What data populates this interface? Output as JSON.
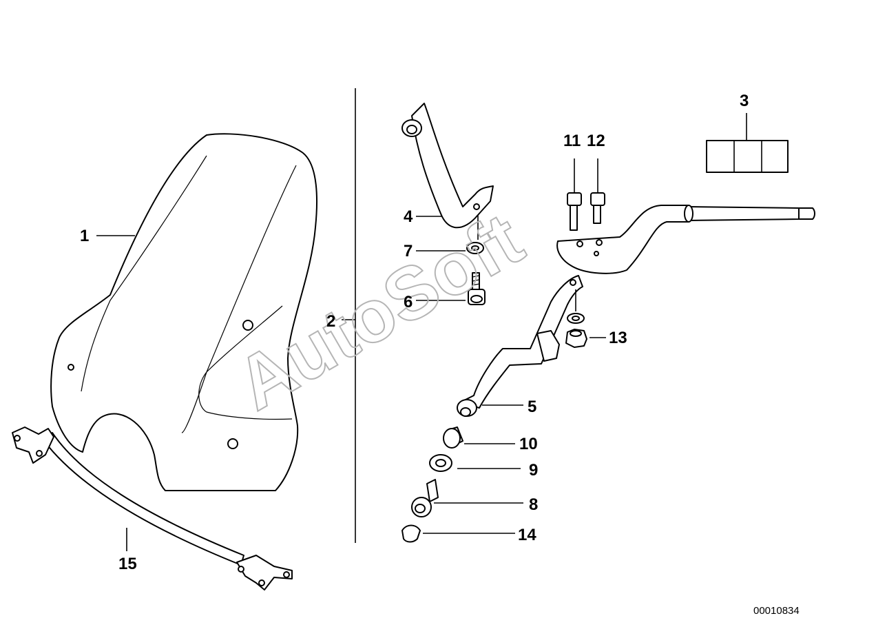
{
  "diagram": {
    "callouts": [
      {
        "id": "1",
        "text": "1"
      },
      {
        "id": "2",
        "text": "2"
      },
      {
        "id": "3",
        "text": "3"
      },
      {
        "id": "4",
        "text": "4"
      },
      {
        "id": "5",
        "text": "5"
      },
      {
        "id": "6",
        "text": "6"
      },
      {
        "id": "7",
        "text": "7"
      },
      {
        "id": "8",
        "text": "8"
      },
      {
        "id": "9",
        "text": "9"
      },
      {
        "id": "10",
        "text": "10"
      },
      {
        "id": "11",
        "text": "11"
      },
      {
        "id": "12",
        "text": "12"
      },
      {
        "id": "13",
        "text": "13"
      },
      {
        "id": "14",
        "text": "14"
      },
      {
        "id": "15",
        "text": "15"
      }
    ],
    "image_code": "00010834",
    "watermark": "AutoSoft"
  }
}
